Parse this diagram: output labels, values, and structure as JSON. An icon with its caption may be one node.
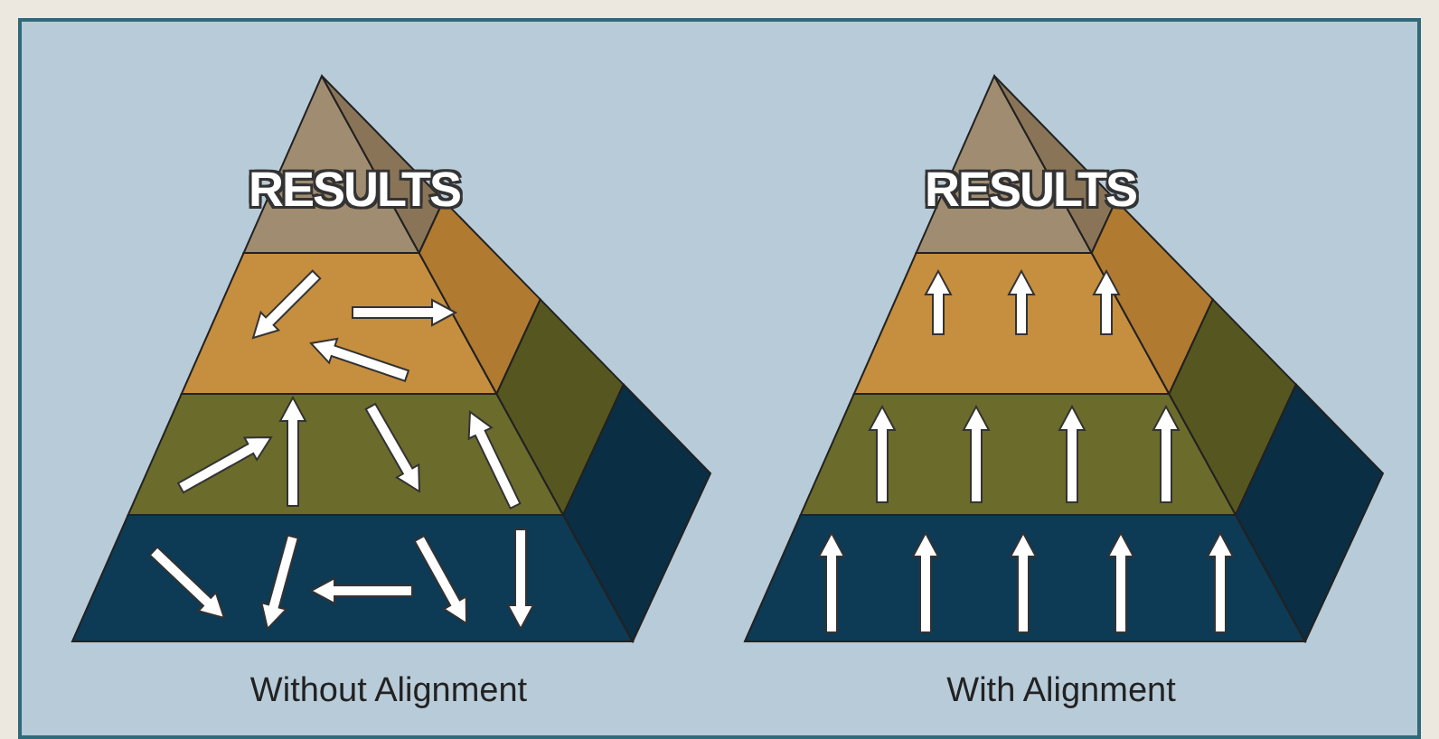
{
  "diagram": {
    "labels": [
      "RESULTS",
      "RESULTS",
      "Without Alignment",
      "With Alignment"
    ]
  }
}
